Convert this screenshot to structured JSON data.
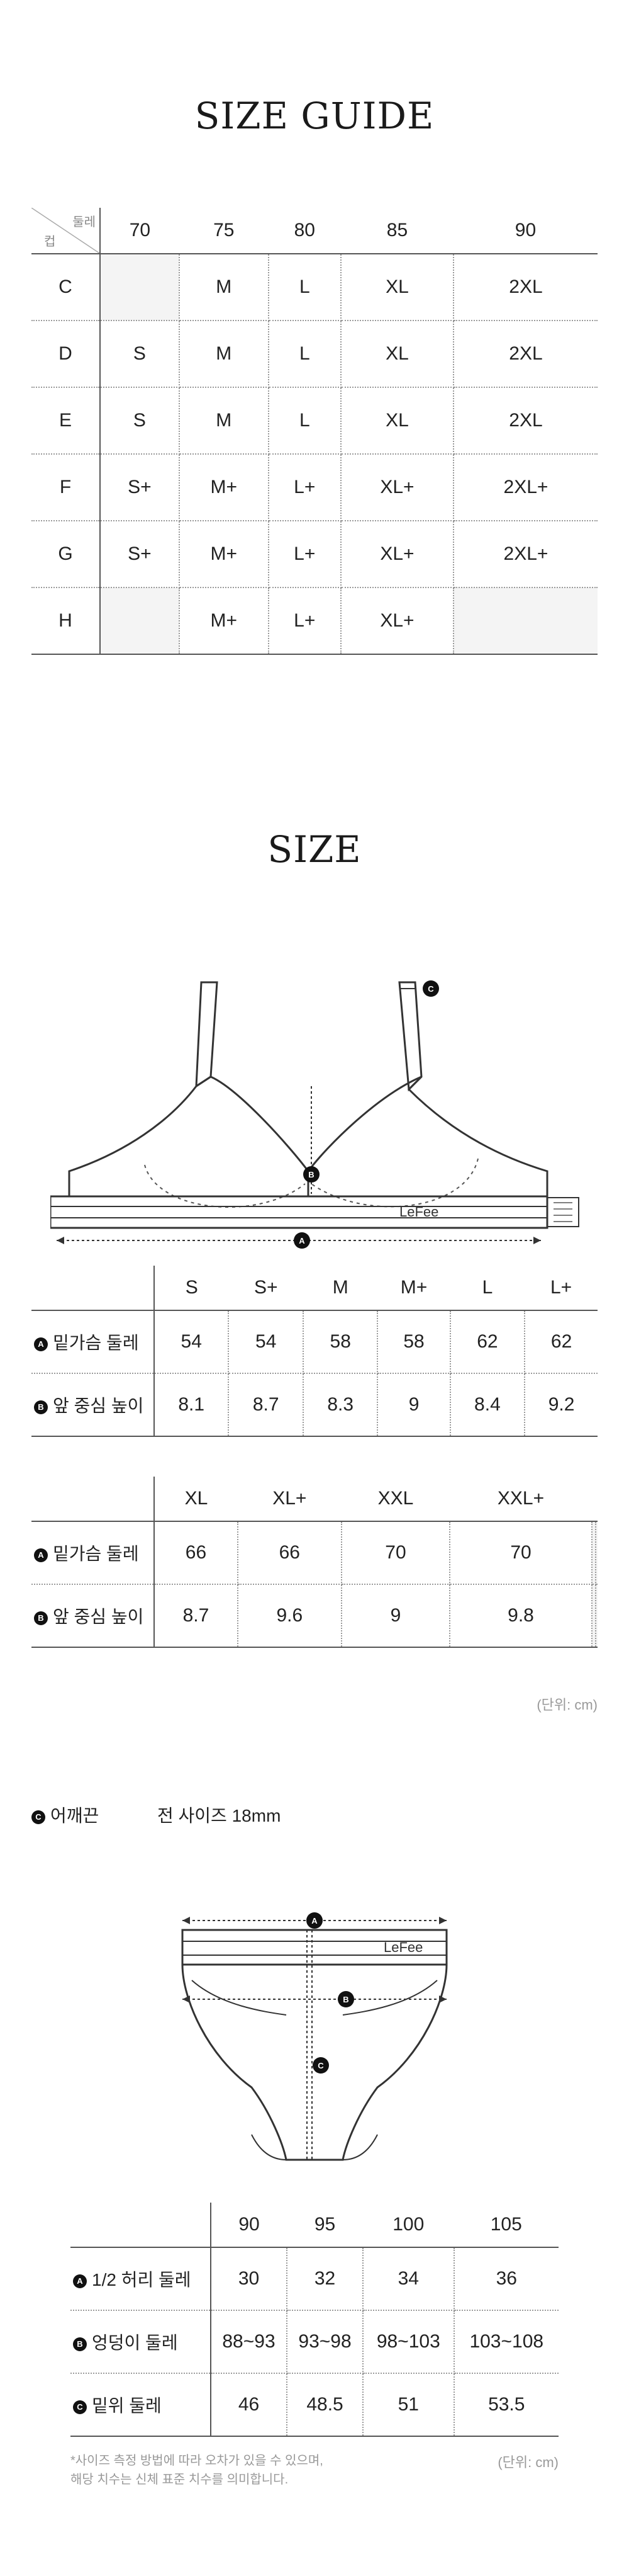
{
  "guide": {
    "title": "SIZE GUIDE",
    "corner_band": "둘레",
    "corner_cup": "컵",
    "bands": [
      "70",
      "75",
      "80",
      "85",
      "90"
    ],
    "rows": [
      {
        "cup": "C",
        "cells": [
          "",
          "M",
          "L",
          "XL",
          "2XL"
        ]
      },
      {
        "cup": "D",
        "cells": [
          "S",
          "M",
          "L",
          "XL",
          "2XL"
        ]
      },
      {
        "cup": "E",
        "cells": [
          "S",
          "M",
          "L",
          "XL",
          "2XL"
        ]
      },
      {
        "cup": "F",
        "cells": [
          "S+",
          "M+",
          "L+",
          "XL+",
          "2XL+"
        ]
      },
      {
        "cup": "G",
        "cells": [
          "S+",
          "M+",
          "L+",
          "XL+",
          "2XL+"
        ]
      },
      {
        "cup": "H",
        "cells": [
          "",
          "M+",
          "L+",
          "XL+",
          ""
        ]
      }
    ]
  },
  "size": {
    "title": "SIZE",
    "bra_brand_label": "LeFee",
    "badges": {
      "a": "A",
      "b": "B",
      "c": "C"
    },
    "table1": {
      "headers": [
        "S",
        "S+",
        "M",
        "M+",
        "L",
        "L+"
      ],
      "rows": [
        {
          "label": "밑가슴 둘레",
          "values": [
            "54",
            "54",
            "58",
            "58",
            "62",
            "62"
          ]
        },
        {
          "label": "앞 중심 높이",
          "values": [
            "8.1",
            "8.7",
            "8.3",
            "9",
            "8.4",
            "9.2"
          ]
        }
      ]
    },
    "table2": {
      "headers": [
        "XL",
        "XL+",
        "XXL",
        "XXL+",
        "",
        ""
      ],
      "rows": [
        {
          "label": "밑가슴 둘레",
          "values": [
            "66",
            "66",
            "70",
            "70",
            "",
            ""
          ]
        },
        {
          "label": "앞 중심 높이",
          "values": [
            "8.7",
            "9.6",
            "9",
            "9.8",
            "",
            ""
          ]
        }
      ]
    },
    "unit": "(단위: cm)",
    "strap_label": "어깨끈",
    "strap_value": "전 사이즈 18mm",
    "panty_brand_label": "LeFee",
    "panty_table": {
      "headers": [
        "90",
        "95",
        "100",
        "105"
      ],
      "rows": [
        {
          "label": "1/2 허리 둘레",
          "values": [
            "30",
            "32",
            "34",
            "36"
          ]
        },
        {
          "label": "엉덩이 둘레",
          "values": [
            "88~93",
            "93~98",
            "98~103",
            "103~108"
          ]
        },
        {
          "label": "밑위 둘레",
          "values": [
            "46",
            "48.5",
            "51",
            "53.5"
          ]
        }
      ]
    },
    "note_line1": "*사이즈 측정 방법에 따라 오차가 있을 수 있으며,",
    "note_line2": "해당 치수는 신체 표준 치수를 의미합니다.",
    "unit2": "(단위: cm)"
  }
}
